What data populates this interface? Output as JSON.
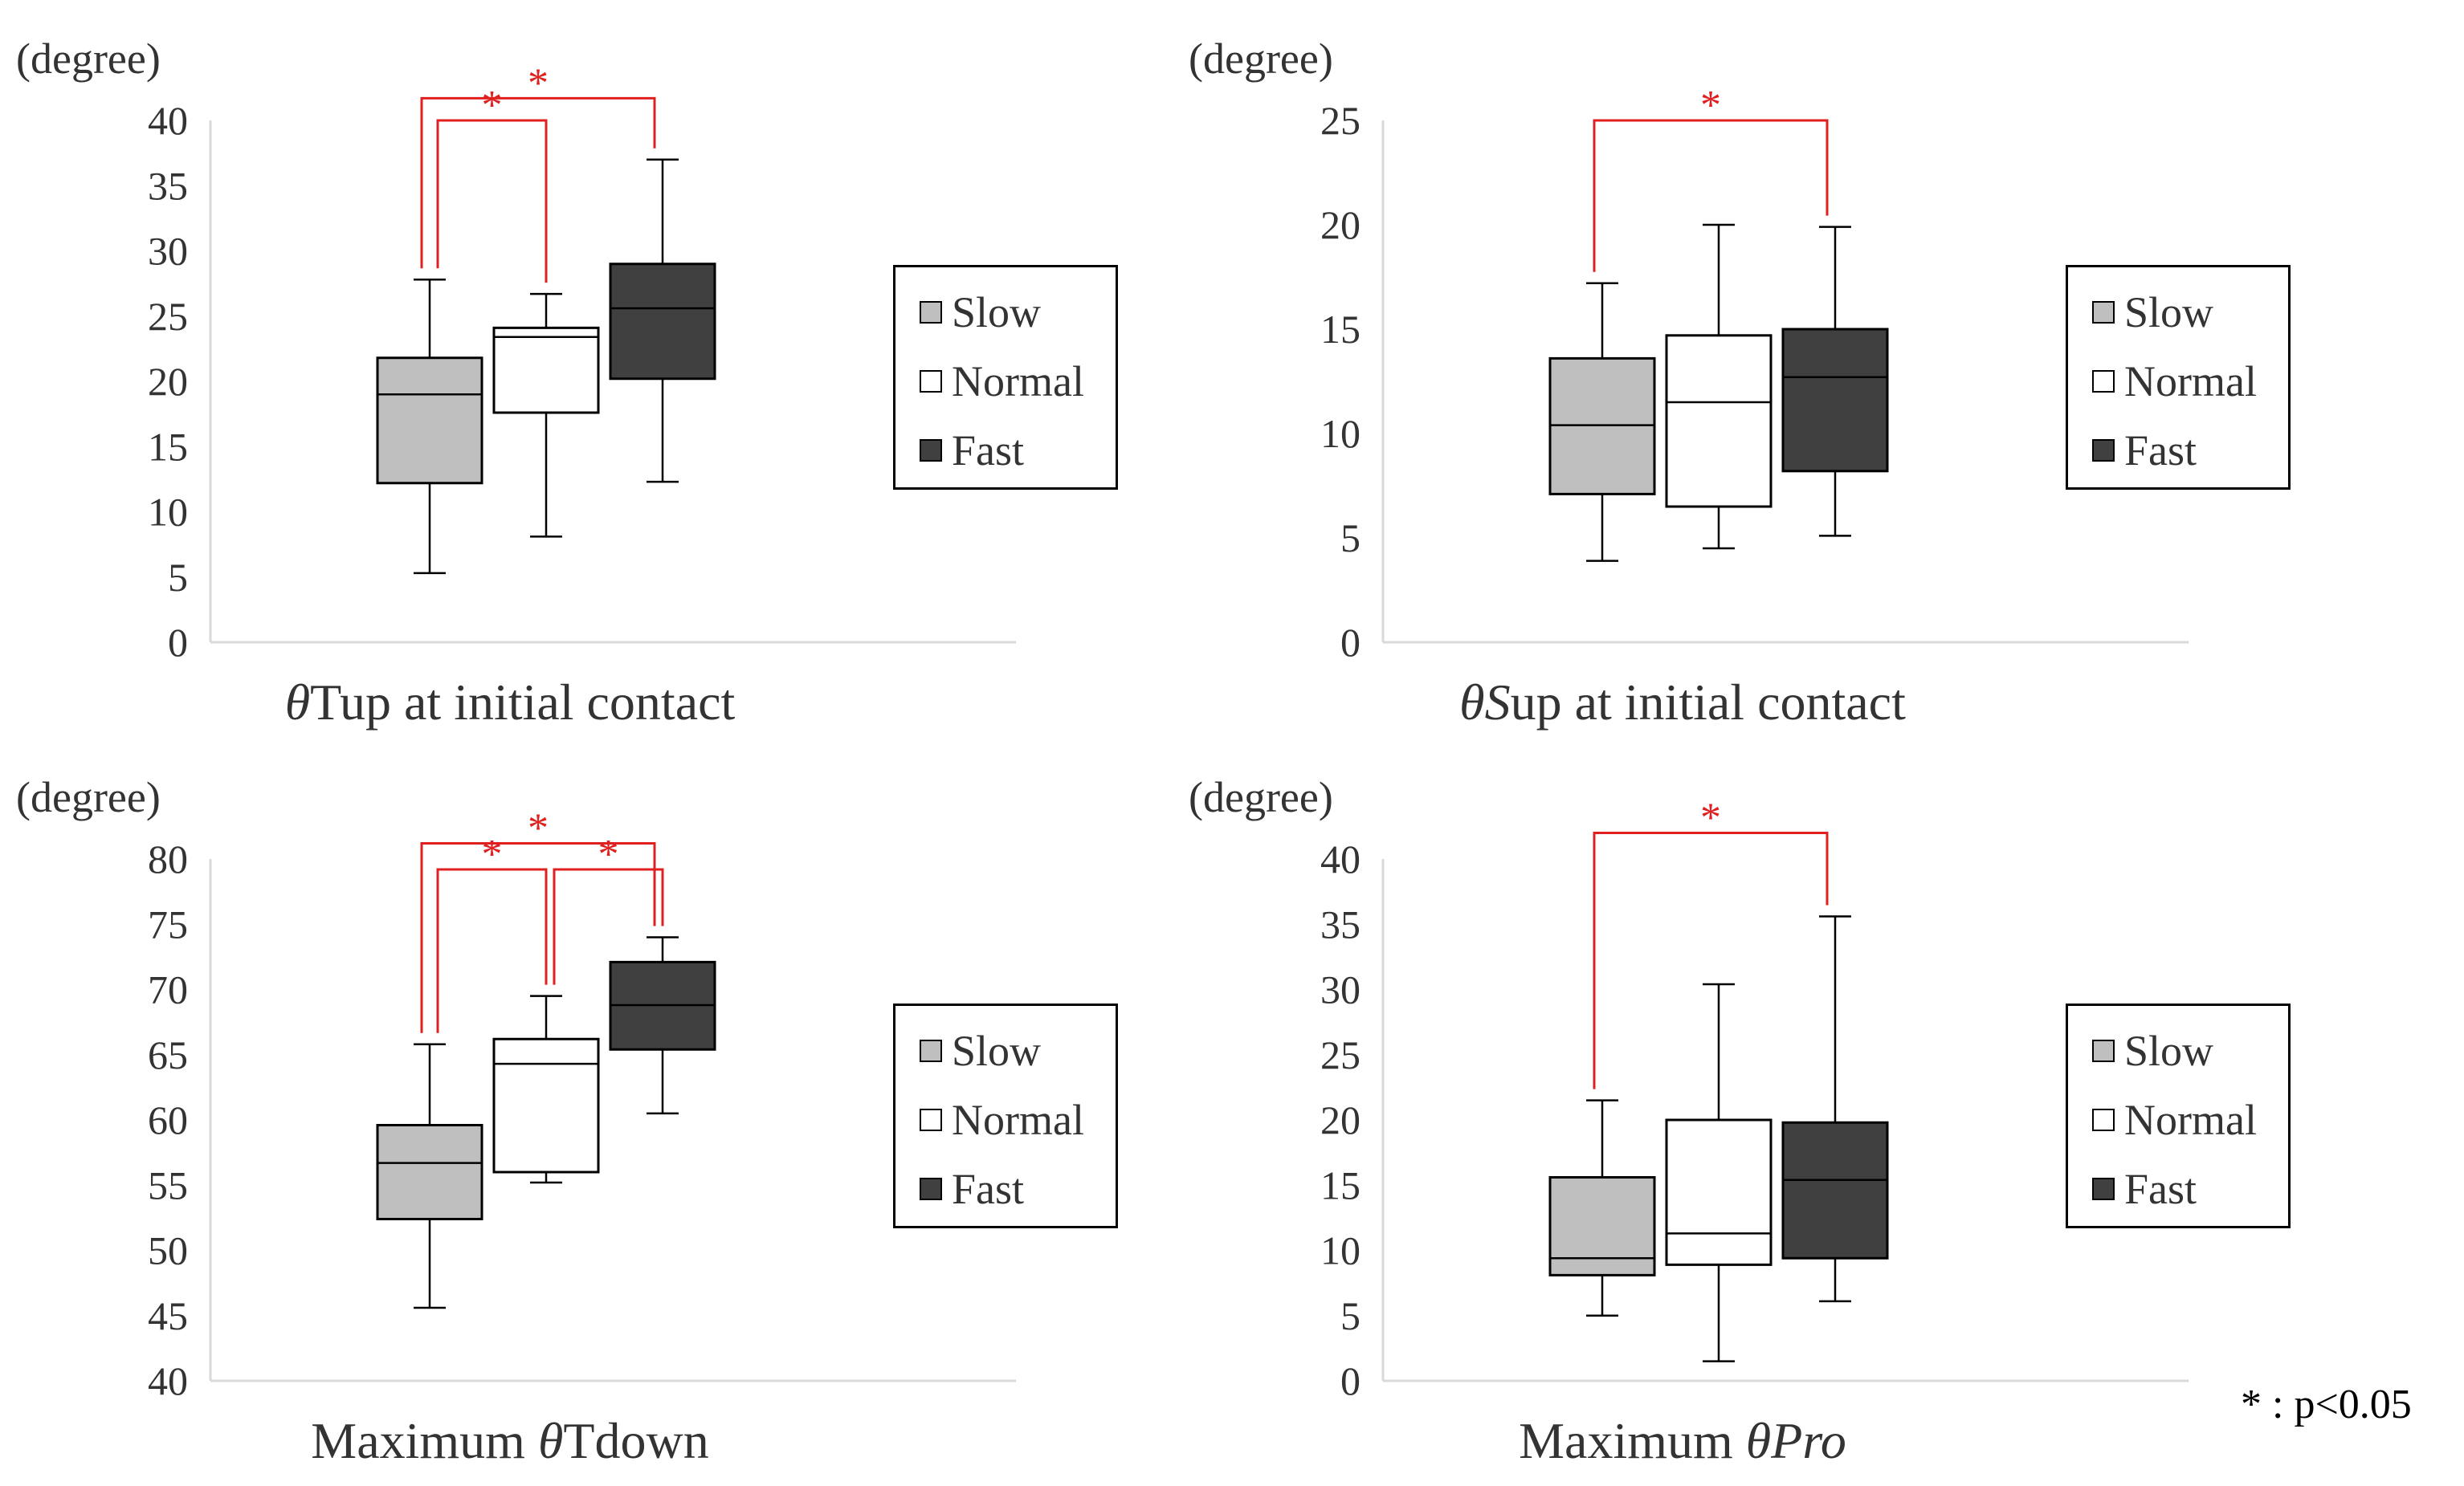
{
  "colors": {
    "slow": "#bfbfbf",
    "normal": "#ffffff",
    "fast": "#404040",
    "significance": "#e02020",
    "axis": "#d9d9d9"
  },
  "footnote": "* : p<0.05",
  "chart_data": [
    {
      "type": "box",
      "ylabel": "(degree)",
      "title_italic": "θ",
      "title_rest": "Tup at initial contact",
      "ylim": [
        0,
        40
      ],
      "yticks": [
        0,
        5,
        10,
        15,
        20,
        25,
        30,
        35,
        40
      ],
      "legend": {
        "position": "right",
        "entries": [
          {
            "name": "Slow",
            "color": "#bfbfbf"
          },
          {
            "name": "Normal",
            "color": "#ffffff"
          },
          {
            "name": "Fast",
            "color": "#404040"
          }
        ]
      },
      "series": [
        {
          "name": "Slow",
          "color": "#bfbfbf",
          "min": 5.3,
          "q1": 12.2,
          "median": 19,
          "q3": 21.8,
          "max": 27.8
        },
        {
          "name": "Normal",
          "color": "#ffffff",
          "min": 8.1,
          "q1": 17.6,
          "median": 23.4,
          "q3": 24.1,
          "max": 26.7
        },
        {
          "name": "Fast",
          "color": "#404040",
          "min": 12.3,
          "q1": 20.2,
          "median": 25.6,
          "q3": 29,
          "max": 37
        }
      ],
      "significance": [
        {
          "from": 0,
          "to": 1,
          "level": 40,
          "label": "*"
        },
        {
          "from": 0,
          "to": 2,
          "level": 41.7,
          "label": "*"
        }
      ]
    },
    {
      "type": "box",
      "ylabel": "(degree)",
      "title_italic": "θS",
      "title_rest": "up at initial contact",
      "ylim": [
        0,
        25
      ],
      "yticks": [
        0,
        5,
        10,
        15,
        20,
        25
      ],
      "legend": {
        "position": "right",
        "entries": [
          {
            "name": "Slow",
            "color": "#bfbfbf"
          },
          {
            "name": "Normal",
            "color": "#ffffff"
          },
          {
            "name": "Fast",
            "color": "#404040"
          }
        ]
      },
      "series": [
        {
          "name": "Slow",
          "color": "#bfbfbf",
          "min": 3.9,
          "q1": 7.1,
          "median": 10.4,
          "q3": 13.6,
          "max": 17.2
        },
        {
          "name": "Normal",
          "color": "#ffffff",
          "min": 4.5,
          "q1": 6.5,
          "median": 11.5,
          "q3": 14.7,
          "max": 20
        },
        {
          "name": "Fast",
          "color": "#404040",
          "min": 5.1,
          "q1": 8.2,
          "median": 12.7,
          "q3": 15,
          "max": 19.9
        }
      ],
      "significance": [
        {
          "from": 0,
          "to": 2,
          "level": 25,
          "label": "*"
        }
      ]
    },
    {
      "type": "box",
      "ylabel": "(degree)",
      "title_italic": "θ",
      "title_rest": "Tdown",
      "title_prefix": "Maximum ",
      "ylim": [
        40,
        80
      ],
      "yticks": [
        40,
        45,
        50,
        55,
        60,
        65,
        70,
        75,
        80
      ],
      "legend": {
        "position": "right",
        "entries": [
          {
            "name": "Slow",
            "color": "#bfbfbf"
          },
          {
            "name": "Normal",
            "color": "#ffffff"
          },
          {
            "name": "Fast",
            "color": "#404040"
          }
        ]
      },
      "series": [
        {
          "name": "Slow",
          "color": "#bfbfbf",
          "min": 45.6,
          "q1": 52.4,
          "median": 56.7,
          "q3": 59.6,
          "max": 65.8
        },
        {
          "name": "Normal",
          "color": "#ffffff",
          "min": 55.2,
          "q1": 56,
          "median": 64.3,
          "q3": 66.2,
          "max": 69.5
        },
        {
          "name": "Fast",
          "color": "#404040",
          "min": 60.5,
          "q1": 65.4,
          "median": 68.8,
          "q3": 72.1,
          "max": 74
        }
      ],
      "significance": [
        {
          "from": 0,
          "to": 1,
          "level": 79.2,
          "label": "*"
        },
        {
          "from": 1,
          "to": 2,
          "level": 79.2,
          "label": "*"
        },
        {
          "from": 0,
          "to": 2,
          "level": 81.2,
          "label": "*"
        }
      ]
    },
    {
      "type": "box",
      "ylabel": "(degree)",
      "title_italic": "θPro",
      "title_rest": "",
      "title_prefix": "Maximum ",
      "ylim": [
        0,
        40
      ],
      "yticks": [
        0,
        5,
        10,
        15,
        20,
        25,
        30,
        35,
        40
      ],
      "legend": {
        "position": "right",
        "entries": [
          {
            "name": "Slow",
            "color": "#bfbfbf"
          },
          {
            "name": "Normal",
            "color": "#ffffff"
          },
          {
            "name": "Fast",
            "color": "#404040"
          }
        ]
      },
      "series": [
        {
          "name": "Slow",
          "color": "#bfbfbf",
          "min": 5,
          "q1": 8.1,
          "median": 9.4,
          "q3": 15.6,
          "max": 21.5
        },
        {
          "name": "Normal",
          "color": "#ffffff",
          "min": 1.5,
          "q1": 8.9,
          "median": 11.3,
          "q3": 20,
          "max": 30.4
        },
        {
          "name": "Fast",
          "color": "#404040",
          "min": 6.1,
          "q1": 9.4,
          "median": 15.4,
          "q3": 19.8,
          "max": 35.6
        }
      ],
      "significance": [
        {
          "from": 0,
          "to": 2,
          "level": 42,
          "label": "*"
        }
      ]
    }
  ]
}
